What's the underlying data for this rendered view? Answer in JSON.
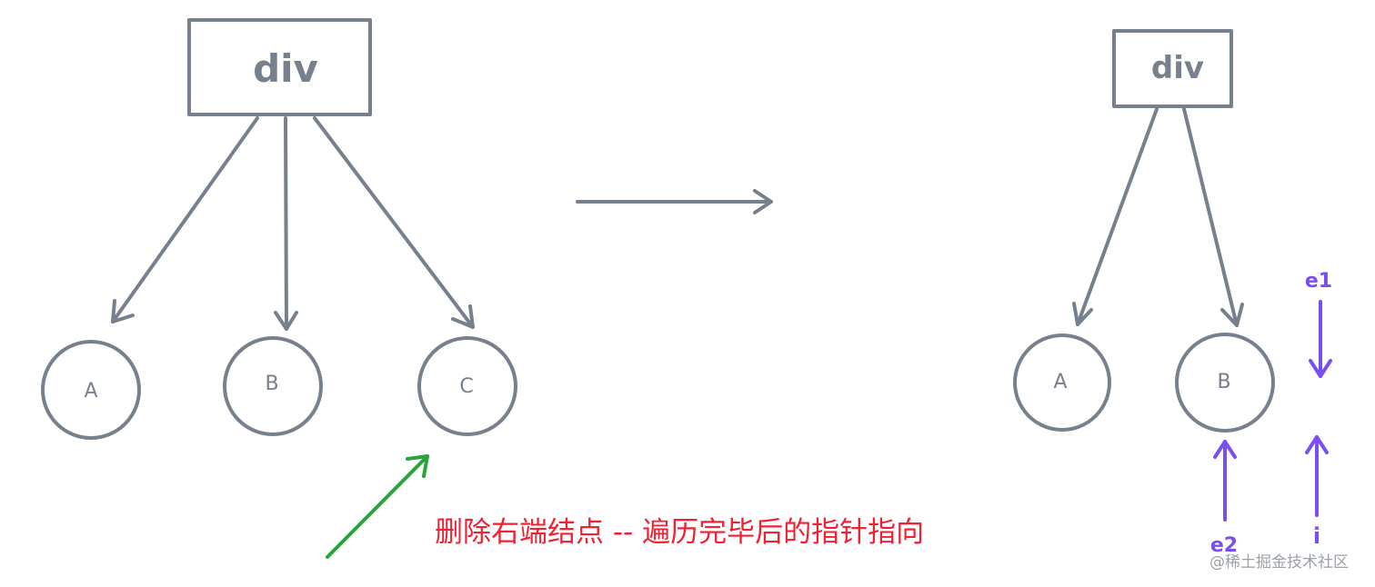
{
  "colors": {
    "stroke": "#77808d",
    "pointer": "#7b4ef0",
    "highlight_arrow": "#2aa33a",
    "annotation": "#ee2233"
  },
  "before": {
    "root": "div",
    "nodes": [
      "A",
      "B",
      "C"
    ]
  },
  "after": {
    "root": "div",
    "nodes": [
      "A",
      "B"
    ],
    "pointers": {
      "e1": "e1",
      "e2": "e2",
      "i": "i"
    }
  },
  "annotation": "删除右端结点 -- 遍历完毕后的指针指向",
  "watermark": "@稀土掘金技术社区"
}
